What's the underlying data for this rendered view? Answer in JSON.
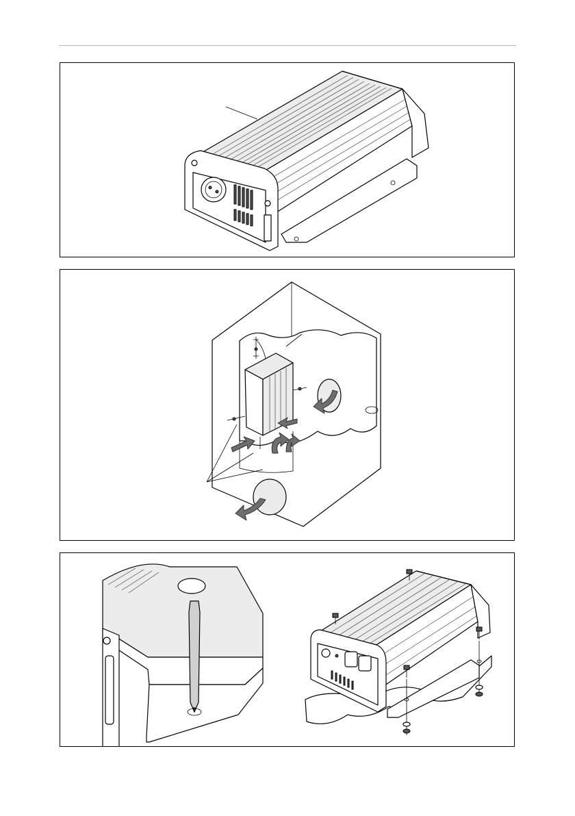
{
  "figures": [
    {
      "id": 1,
      "caption": ""
    },
    {
      "id": 2,
      "caption": ""
    },
    {
      "id": 3,
      "caption": ""
    }
  ],
  "colors": {
    "line": "#000000",
    "arrow": "#6e6e6e",
    "rule": "#b5b5b5"
  }
}
